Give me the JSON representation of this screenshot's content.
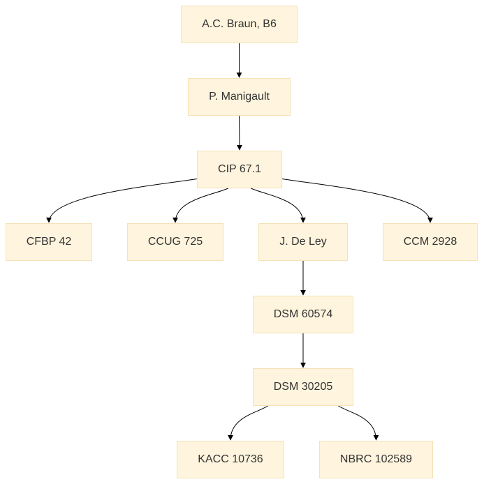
{
  "diagram": {
    "nodes": {
      "braun": "A.C. Braun, B6",
      "manigault": "P. Manigault",
      "cip": "CIP 67.1",
      "cfbp": "CFBP 42",
      "ccug": "CCUG 725",
      "deley": "J. De Ley",
      "ccm": "CCM 2928",
      "dsm60574": "DSM 60574",
      "dsm30205": "DSM 30205",
      "kacc": "KACC 10736",
      "nbrc": "NBRC 102589"
    },
    "edges": [
      [
        "braun",
        "manigault"
      ],
      [
        "manigault",
        "cip"
      ],
      [
        "cip",
        "cfbp"
      ],
      [
        "cip",
        "ccug"
      ],
      [
        "cip",
        "deley"
      ],
      [
        "cip",
        "ccm"
      ],
      [
        "deley",
        "dsm60574"
      ],
      [
        "dsm60574",
        "dsm30205"
      ],
      [
        "dsm30205",
        "kacc"
      ],
      [
        "dsm30205",
        "nbrc"
      ]
    ],
    "colors": {
      "node_fill": "#fff4dd",
      "node_border": "#f4e3b6",
      "text": "#333333",
      "edge": "#000000"
    }
  }
}
